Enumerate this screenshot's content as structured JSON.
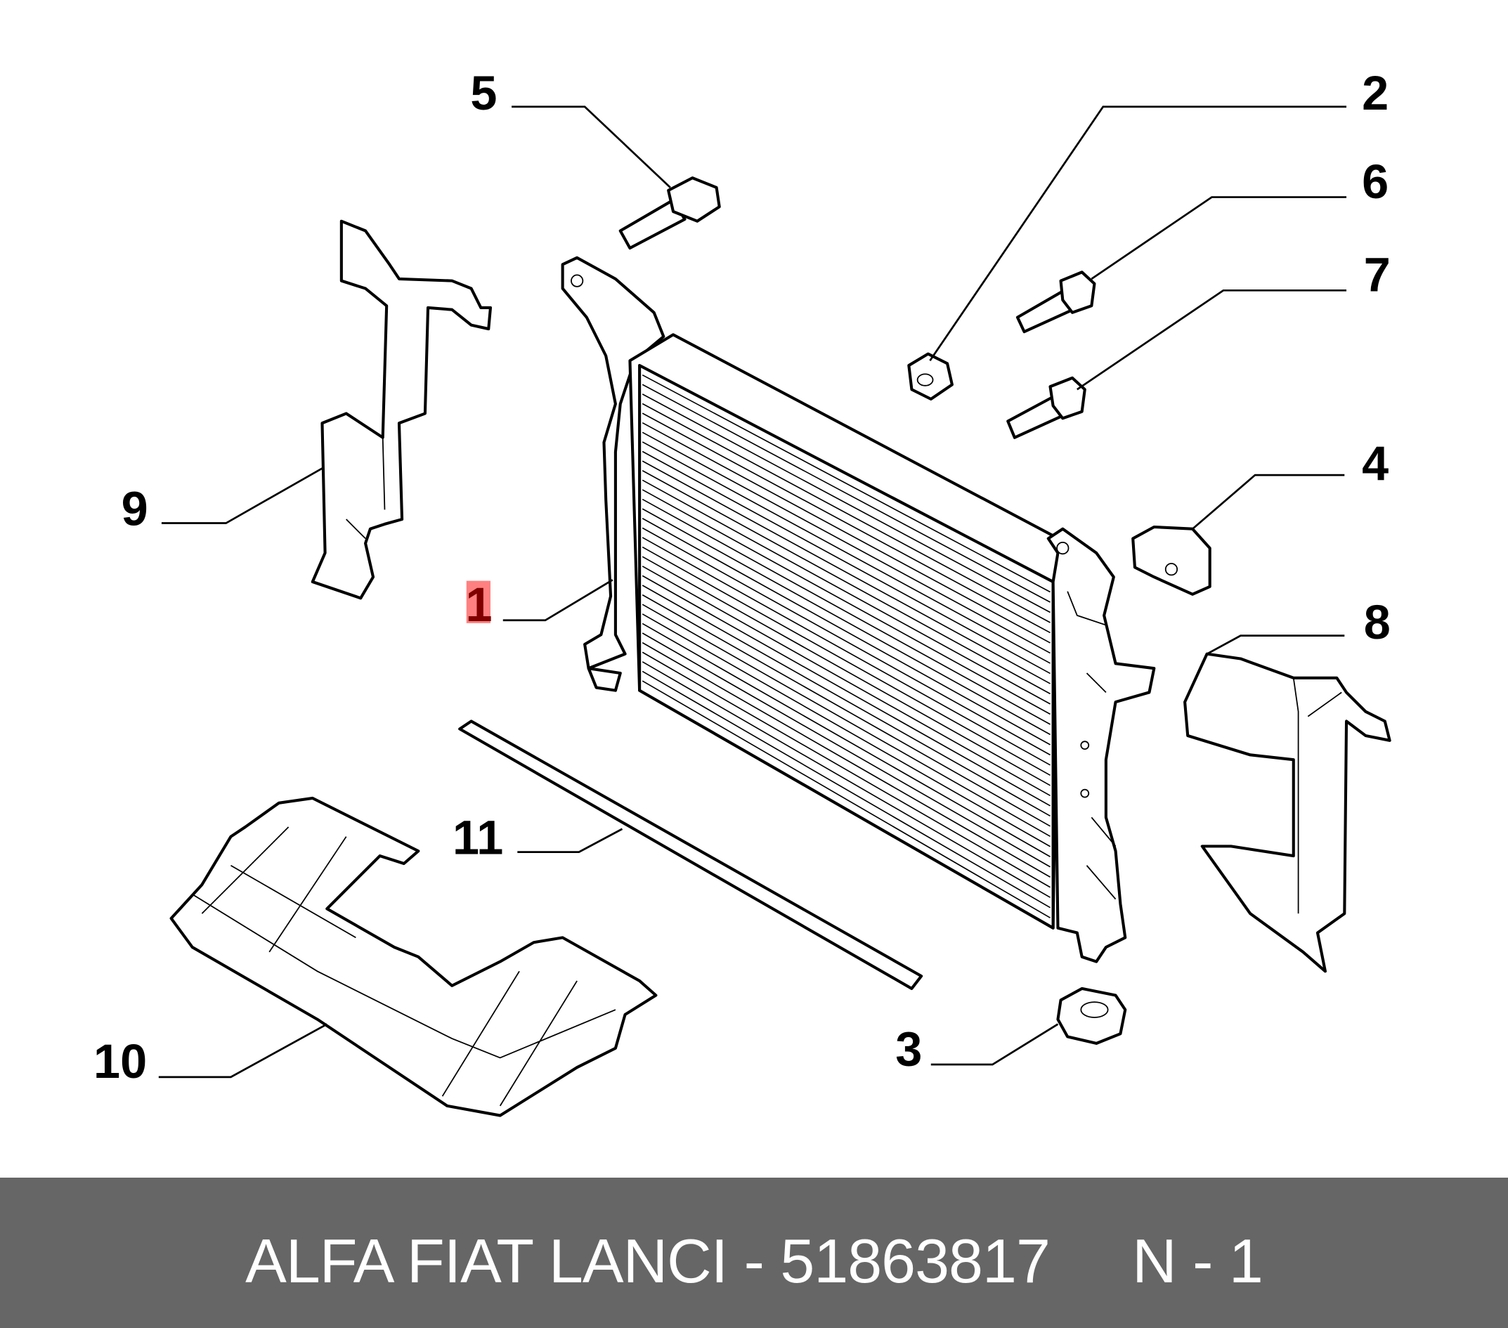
{
  "diagram": {
    "callouts": [
      {
        "id": "5",
        "label": "5"
      },
      {
        "id": "2",
        "label": "2"
      },
      {
        "id": "6",
        "label": "6"
      },
      {
        "id": "7",
        "label": "7"
      },
      {
        "id": "4",
        "label": "4"
      },
      {
        "id": "9",
        "label": "9"
      },
      {
        "id": "1",
        "label": "1",
        "highlighted": true
      },
      {
        "id": "8",
        "label": "8"
      },
      {
        "id": "11",
        "label": "11"
      },
      {
        "id": "3",
        "label": "3"
      },
      {
        "id": "10",
        "label": "10"
      }
    ],
    "highlight_color": "#ff8080",
    "highlight_text_color": "#800000"
  },
  "footer": {
    "text": "ALFA FIAT LANCI - 51863817     N - 1",
    "background": "#666666"
  }
}
